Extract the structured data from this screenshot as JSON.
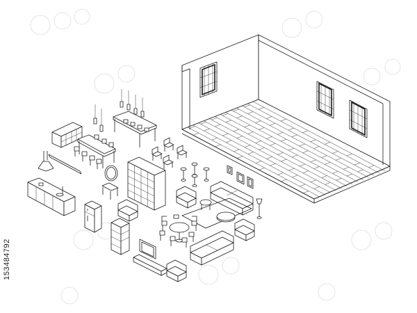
{
  "image": {
    "stock_id": "153484792",
    "colors": {
      "line": "#1a1a1a",
      "background": "#ffffff",
      "watermark": "#cfcfcf"
    }
  },
  "scene": {
    "room": {
      "windows": 3
    },
    "objects": [
      "pendant-lamps",
      "bookshelf",
      "dining-table",
      "bar-counter",
      "bar-chairs",
      "range-hood",
      "kitchen-counter",
      "round-mirror",
      "small-table",
      "fridge",
      "cube-bookcase",
      "chairs",
      "bar-stools",
      "picture-frames",
      "armchair",
      "coffee-table",
      "sofa",
      "floor-lamp",
      "round-dining-table",
      "shelving-unit",
      "tv-stand",
      "tv"
    ]
  }
}
